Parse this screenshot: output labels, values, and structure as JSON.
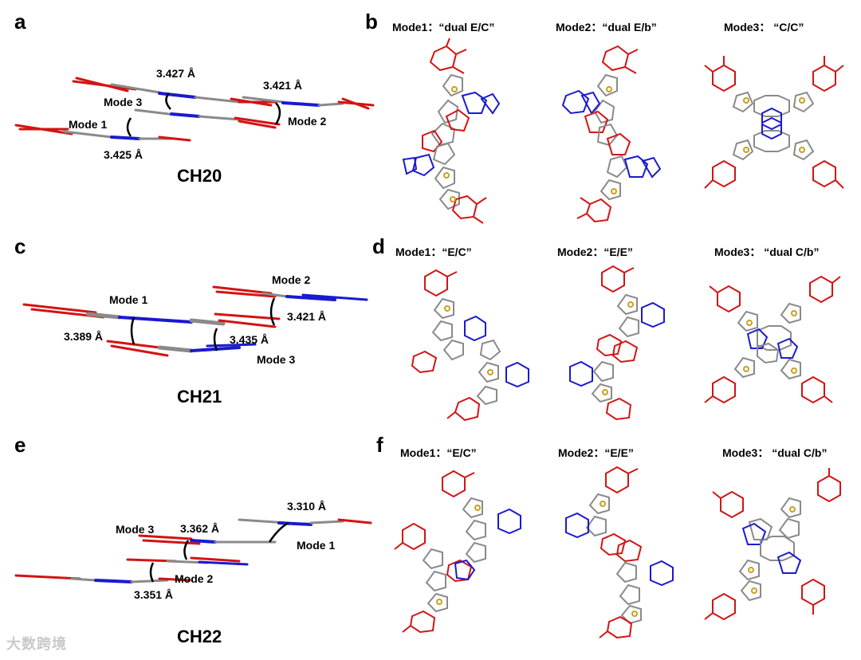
{
  "panels": {
    "a": {
      "letter": "a",
      "compound": "CH20",
      "distances": [
        "3.427 Å",
        "3.421 Å",
        "3.425 Å"
      ],
      "modes": [
        "Mode 3",
        "Mode 1",
        "Mode 2"
      ]
    },
    "b": {
      "letter": "b",
      "titles": [
        "Mode1：“dual E/C”",
        "Mode2：“dual E/b”",
        "Mode3： “C/C”"
      ]
    },
    "c": {
      "letter": "c",
      "compound": "CH21",
      "distances": [
        "3.389 Å",
        "3.421 Å",
        "3.435 Å"
      ],
      "modes": [
        "Mode 1",
        "Mode 2",
        "Mode 3"
      ]
    },
    "d": {
      "letter": "d",
      "titles": [
        "Mode1：“E/C”",
        "Mode2：“E/E”",
        "Mode3： “dual C/b”"
      ]
    },
    "e": {
      "letter": "e",
      "compound": "CH22",
      "distances": [
        "3.310 Å",
        "3.362 Å",
        "3.351 Å"
      ],
      "modes": [
        "Mode 3",
        "Mode 1",
        "Mode 2"
      ]
    },
    "f": {
      "letter": "f",
      "titles": [
        "Mode1：“E/C”",
        "Mode2：“E/E”",
        "Mode3： “dual C/b”"
      ]
    }
  },
  "watermark": "大数跨境",
  "colors": {
    "end_group": "#d21414",
    "core": "#1a1ad0",
    "backbone": "#8a8a8a",
    "sulfur": "#c8a020",
    "hydrogen": "#a8a8a8"
  }
}
